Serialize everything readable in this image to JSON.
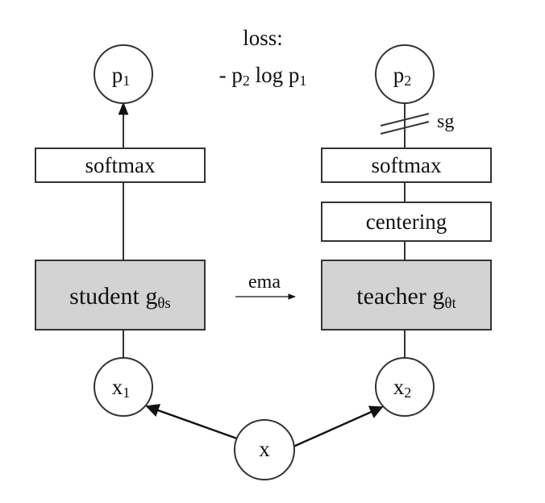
{
  "loss": {
    "line1": "loss:",
    "line2_prefix": "- p",
    "line2_sub1": "2",
    "line2_mid": " log p",
    "line2_sub2": "1"
  },
  "nodes": {
    "p1": {
      "base": "p",
      "sub": "1"
    },
    "p2": {
      "base": "p",
      "sub": "2"
    },
    "x1": {
      "base": "x",
      "sub": "1"
    },
    "x2": {
      "base": "x",
      "sub": "2"
    },
    "x": {
      "label": "x"
    }
  },
  "student": {
    "softmax_label": "softmax",
    "net_label": "student g",
    "net_sub": "θs"
  },
  "teacher": {
    "softmax_label": "softmax",
    "centering_label": "centering",
    "net_label": "teacher g",
    "net_sub": "θt"
  },
  "ema_label": "ema",
  "stop_grad_label": "sg",
  "colors": {
    "network_fill": "#d3d3d3",
    "box_fill": "#ffffff",
    "stroke": "#333333"
  }
}
